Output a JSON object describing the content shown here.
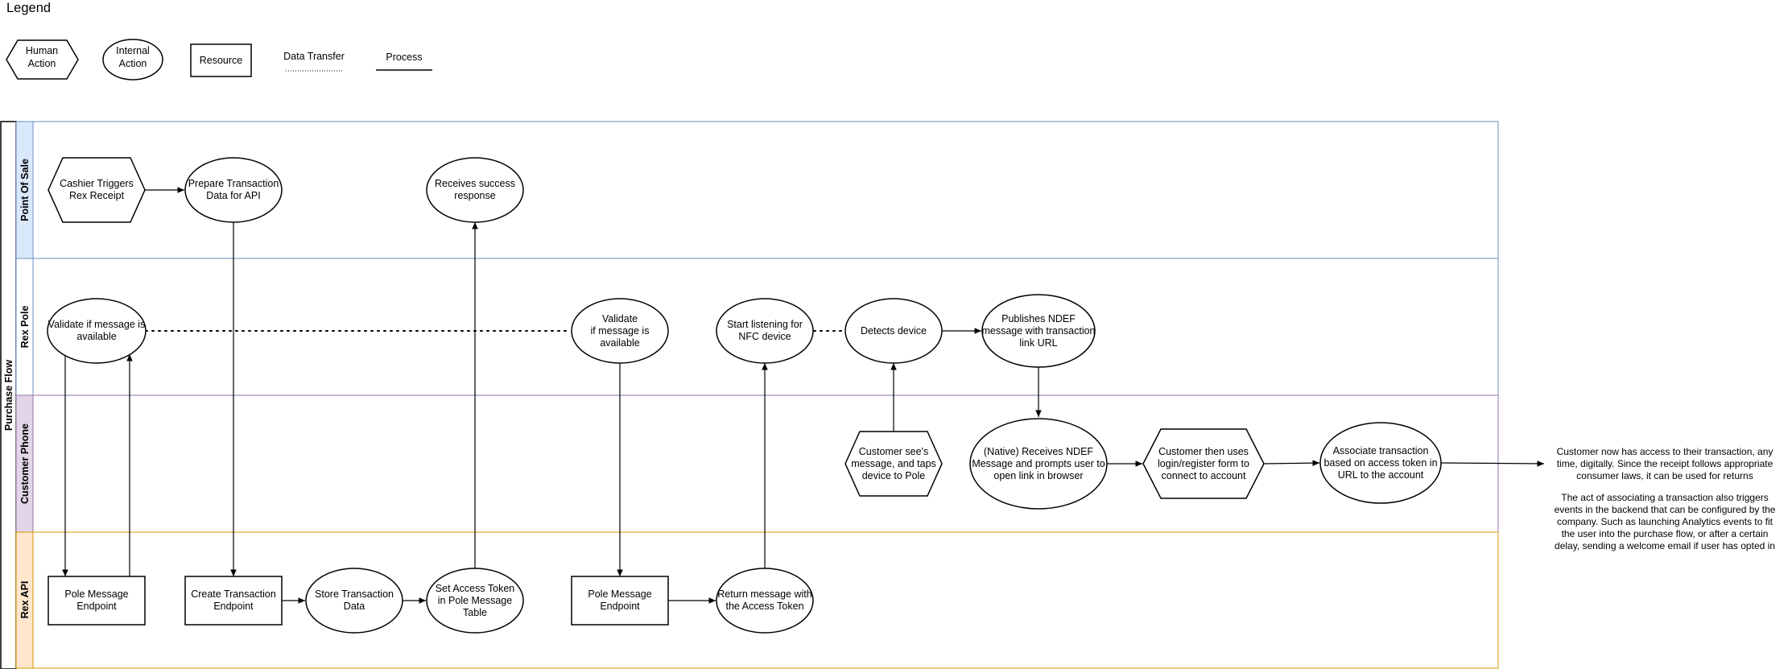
{
  "legend": {
    "title": "Legend",
    "human_action": [
      "Human",
      "Action"
    ],
    "internal_action": [
      "Internal",
      "Action"
    ],
    "resource": "Resource",
    "data_transfer": "Data Transfer",
    "process": "Process"
  },
  "pool": {
    "title": "Purchase Flow"
  },
  "lanes": {
    "pos": {
      "label": "Point Of Sale",
      "color": "#dae8fc",
      "border": "#6c8ebf"
    },
    "pole": {
      "label": "Rex Pole",
      "color": "#ffffff",
      "border": "#6c8ebf"
    },
    "phone": {
      "label": "Customer Phone",
      "color": "#e1d5e7",
      "border": "#9673a6"
    },
    "api": {
      "label": "Rex API",
      "color": "#ffe6cc",
      "border": "#d79b00"
    }
  },
  "nodes": {
    "cashier": [
      "Cashier Triggers",
      "Rex Receipt"
    ],
    "prepare": [
      "Prepare Transaction",
      "Data for API"
    ],
    "success": [
      "Receives success",
      "response"
    ],
    "validate1": [
      "Validate if message is",
      "available"
    ],
    "validate2": [
      "Validate",
      "if message is",
      "available"
    ],
    "listen": [
      "Start listening for",
      "NFC device"
    ],
    "detects": [
      "Detects device"
    ],
    "publishes": [
      "Publishes NDEF",
      "message with transaction",
      "link URL"
    ],
    "sees": [
      "Customer see's",
      "message, and taps",
      "device to Pole"
    ],
    "native": [
      "(Native) Receives NDEF",
      "Message and prompts user to",
      "open link in browser"
    ],
    "login": [
      "Customer then uses",
      "login/register form to",
      "connect to account"
    ],
    "associate": [
      "Associate transaction",
      "based on access token in",
      "URL to the account"
    ],
    "pole_ep1": [
      "Pole Message",
      "Endpoint"
    ],
    "create_tx": [
      "Create Transaction",
      "Endpoint"
    ],
    "store_tx": [
      "Store Transaction",
      "Data"
    ],
    "set_token": [
      "Set Access Token",
      "in Pole Message",
      "Table"
    ],
    "pole_ep2": [
      "Pole Message",
      "Endpoint"
    ],
    "return_msg": [
      "Return message with",
      "the Access Token"
    ]
  },
  "note": {
    "para1": [
      "Customer now has access to their transaction, any",
      "time, digitally. Since the receipt follows appropriate",
      "consumer laws, it can be used for returns"
    ],
    "para2": [
      "The act of associating a transaction also triggers",
      "events in the backend that can be configured by the",
      "company. Such as launching Analytics events to fit",
      "the user into the purchase flow, or after a certain",
      "delay, sending a welcome email if user has opted in"
    ]
  }
}
